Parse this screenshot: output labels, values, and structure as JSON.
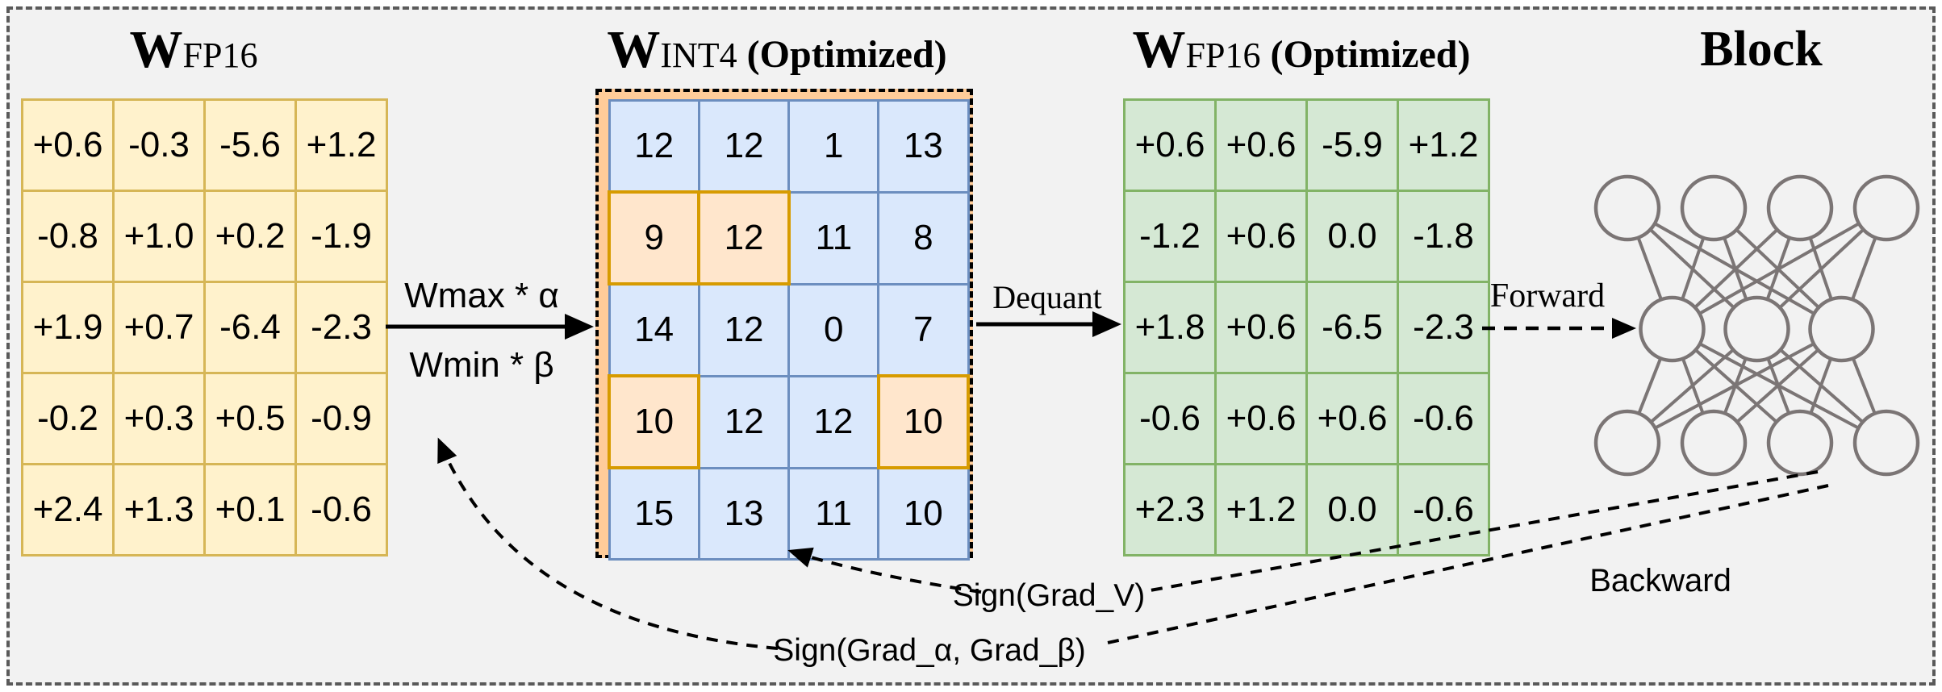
{
  "figure": {
    "background": "#f2f2f2",
    "border_color": "#5a5a5a"
  },
  "titles": {
    "left": {
      "symbol": "W",
      "sub": "FP16",
      "suffix": ""
    },
    "middle": {
      "symbol": "W",
      "sub": "INT4",
      "suffix": "(Optimized)"
    },
    "right": {
      "symbol": "W",
      "sub": "FP16",
      "suffix": "(Optimized)"
    },
    "block": "Block"
  },
  "matrices": {
    "fp16": {
      "fill": "#FFF2CC",
      "stroke": "#D6B656",
      "rows": [
        [
          "+0.6",
          "-0.3",
          "-5.6",
          "+1.2"
        ],
        [
          "-0.8",
          "+1.0",
          "+0.2",
          "-1.9"
        ],
        [
          "+1.9",
          "+0.7",
          "-6.4",
          "-2.3"
        ],
        [
          "-0.2",
          "+0.3",
          "+0.5",
          "-0.9"
        ],
        [
          "+2.4",
          "+1.3",
          "+0.1",
          "-0.6"
        ]
      ]
    },
    "int4": {
      "fill": "#DAE8FC",
      "stroke": "#6C8EBF",
      "highlight_fill": "#FFE6CC",
      "highlight_stroke": "#D79B00",
      "panel_fill": "#FFCC99",
      "rows": [
        [
          "12",
          "12",
          "1",
          "13"
        ],
        [
          "9",
          "12",
          "11",
          "8"
        ],
        [
          "14",
          "12",
          "0",
          "7"
        ],
        [
          "10",
          "12",
          "12",
          "10"
        ],
        [
          "15",
          "13",
          "11",
          "10"
        ]
      ],
      "highlight": [
        [
          0,
          0,
          0,
          0
        ],
        [
          1,
          1,
          0,
          0
        ],
        [
          0,
          0,
          0,
          0
        ],
        [
          1,
          0,
          0,
          1
        ],
        [
          0,
          0,
          0,
          0
        ]
      ]
    },
    "fp16_opt": {
      "fill": "#D5E8D4",
      "stroke": "#82B366",
      "rows": [
        [
          "+0.6",
          "+0.6",
          "-5.9",
          "+1.2"
        ],
        [
          "-1.2",
          "+0.6",
          "0.0",
          "-1.8"
        ],
        [
          "+1.8",
          "+0.6",
          "-6.5",
          "-2.3"
        ],
        [
          "-0.6",
          "+0.6",
          "+0.6",
          "-0.6"
        ],
        [
          "+2.3",
          "+1.2",
          "0.0",
          "-0.6"
        ]
      ]
    }
  },
  "labels": {
    "quant_top": "Wmax * α",
    "quant_bottom": "Wmin * β",
    "dequant": "Dequant",
    "forward": "Forward",
    "backward": "Backward",
    "grad_v": "Sign(Grad_V)",
    "grad_ab": "Sign(Grad_α, Grad_β)"
  },
  "network": {
    "layers": [
      4,
      3,
      4
    ],
    "color": "#7B7575"
  }
}
